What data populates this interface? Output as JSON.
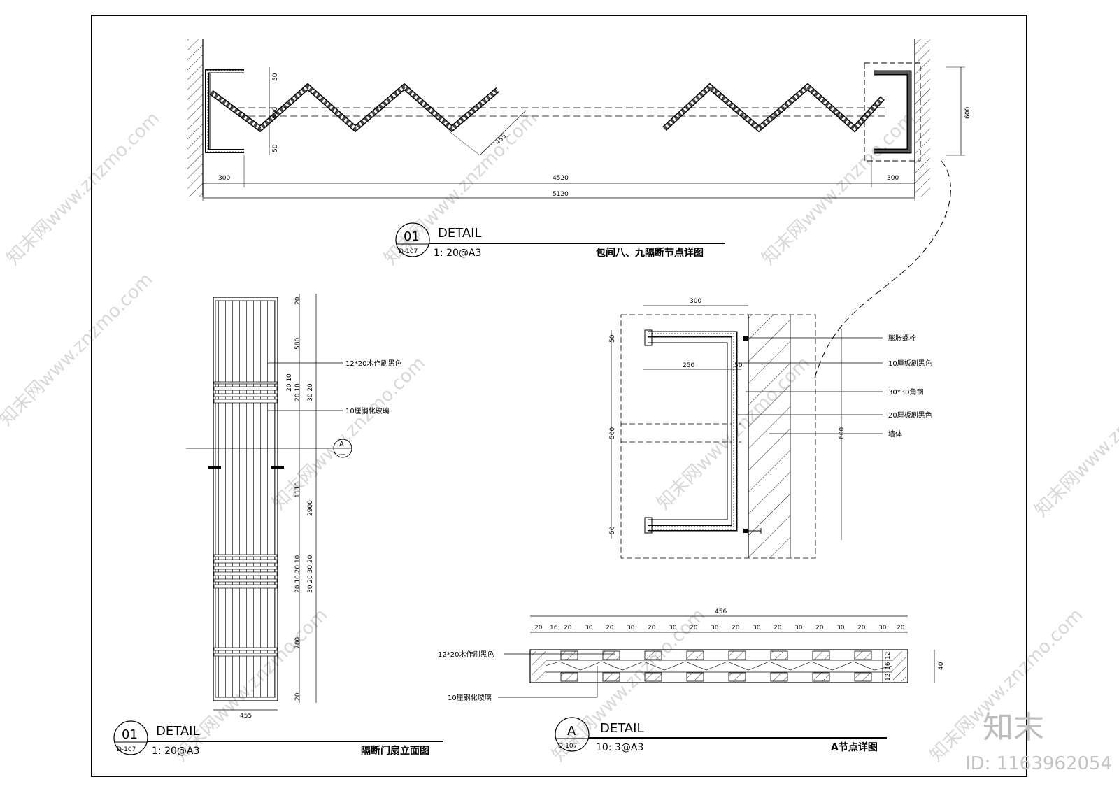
{
  "watermark": "知末网www.znzmo.com",
  "brand": {
    "logo": "知末",
    "id": "ID: 1163962054"
  },
  "plan": {
    "dims": {
      "left": "300",
      "middle": "4520",
      "right": "300",
      "total": "5120",
      "d50a": "50",
      "d500": "500",
      "d50b": "50",
      "d455": "455",
      "d600": "600"
    },
    "tag": {
      "number": "01",
      "sheet": "D-107"
    },
    "detail": "DETAIL",
    "scale": "1: 20@A3",
    "caption": "包间八、九隔断节点详图"
  },
  "node": {
    "dims": {
      "top": "300",
      "inner": "250",
      "thk": "50",
      "side50a": "50",
      "side500": "500",
      "side50b": "50",
      "side600": "600"
    },
    "notes": [
      "膨胀螺栓",
      "10厘板刷黑色",
      "30*30角钢",
      "20厘板刷黑色",
      "墙体"
    ]
  },
  "elevation": {
    "dims": {
      "a": "20",
      "b": "580",
      "c": "20 10",
      "d": "20 10",
      "e": "30 20",
      "f": "1110",
      "g": "2900",
      "h": "20 10 20 10",
      "i": "30 20 30 20",
      "j": "780",
      "k": "20",
      "width": "455"
    },
    "notes": [
      "12*20木作刷黑色",
      "10厘钢化玻璃"
    ],
    "section_marker": {
      "letter": "A",
      "sub": "—"
    },
    "tag": {
      "number": "01",
      "sheet": "D-107"
    },
    "detail": "DETAIL",
    "scale": "1: 20@A3",
    "caption": "隔断门扇立面图"
  },
  "section": {
    "top_total": "456",
    "top_dims": [
      "20",
      "16",
      "20",
      "30",
      "20",
      "30",
      "20",
      "30",
      "20",
      "30",
      "20",
      "30",
      "20",
      "30",
      "20",
      "30",
      "20",
      "30",
      "20"
    ],
    "right_dims": [
      "12",
      "16",
      "12"
    ],
    "right_total": "40",
    "notes": [
      "12*20木作刷黑色",
      "10厘钢化玻璃"
    ],
    "tag": {
      "letter": "A",
      "sheet": "D-107"
    },
    "detail": "DETAIL",
    "scale": "10: 3@A3",
    "caption": "A节点详图"
  }
}
